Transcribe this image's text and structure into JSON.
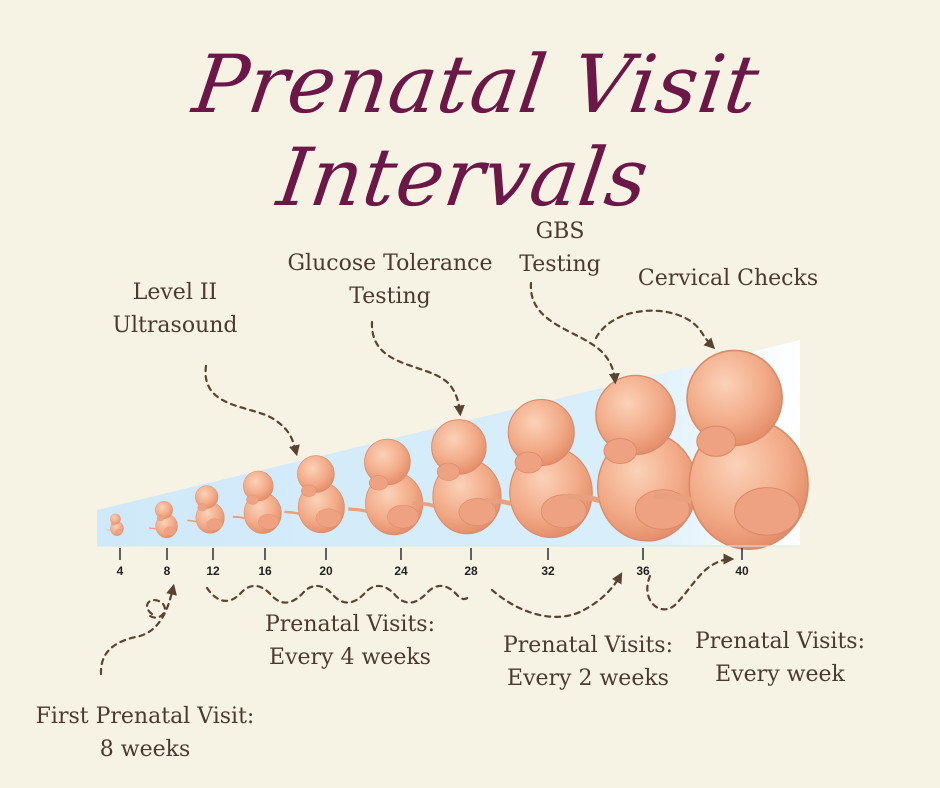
{
  "title": "Prenatal Visit Intervals",
  "colors": {
    "title": "#6b1747",
    "text": "#4a3a2e",
    "arrow": "#5a4332",
    "background": "#f6f3e4",
    "fetus": "#f0a883",
    "wedge": "#cfe9fa"
  },
  "timeline": {
    "weeks": [
      "4",
      "8",
      "12",
      "16",
      "20",
      "24",
      "28",
      "32",
      "36",
      "40"
    ]
  },
  "labels": {
    "level2": [
      "Level II",
      "Ultrasound"
    ],
    "glucose": [
      "Glucose Tolerance",
      "Testing"
    ],
    "gbs": [
      "GBS",
      "Testing"
    ],
    "cervical": [
      "Cervical Checks"
    ],
    "first_visit": [
      "First Prenatal Visit:",
      "8 weeks"
    ],
    "every4": [
      "Prenatal Visits:",
      "Every 4 weeks"
    ],
    "every2": [
      "Prenatal Visits:",
      "Every 2 weeks"
    ],
    "every1": [
      "Prenatal Visits:",
      "Every week"
    ]
  }
}
